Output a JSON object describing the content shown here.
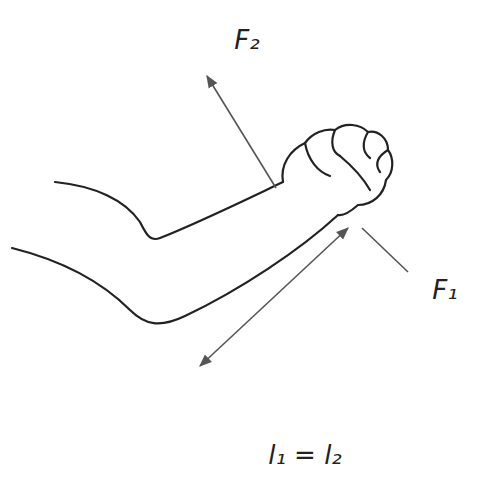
{
  "diagram": {
    "labels": [
      "F₂",
      "F₁",
      "l₁ = l₂"
    ]
  }
}
